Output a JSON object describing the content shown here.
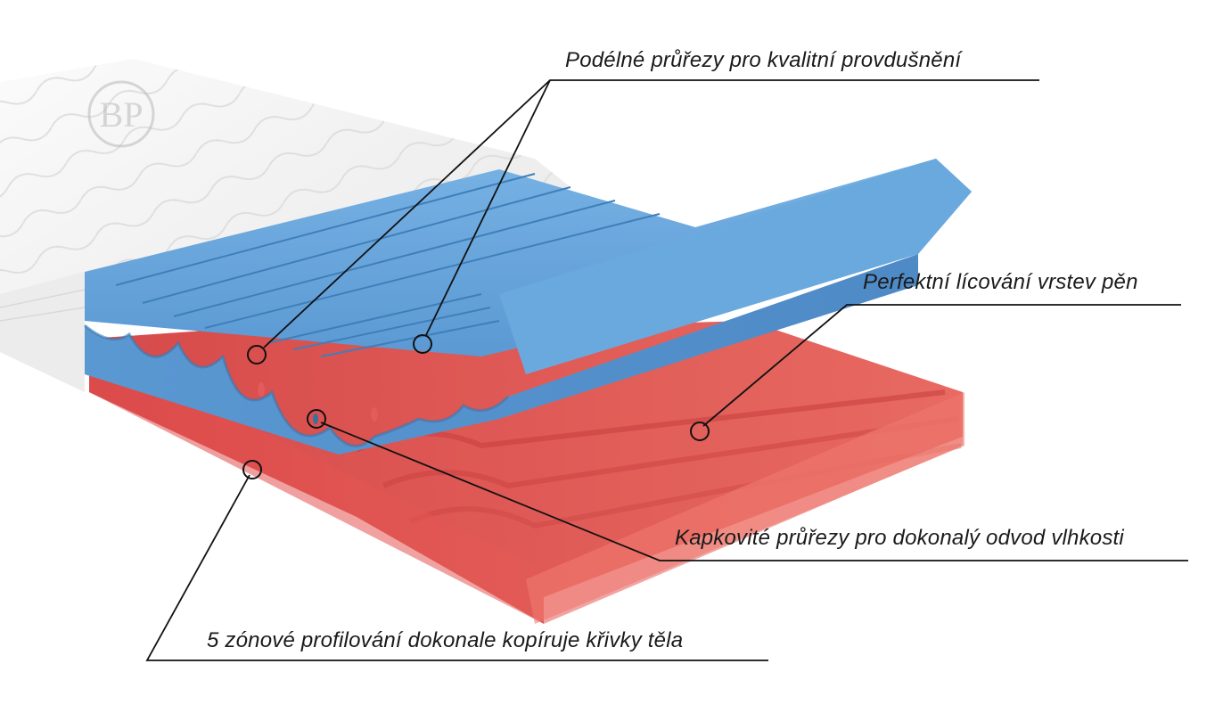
{
  "diagram": {
    "logo_text": "BP",
    "callouts": {
      "ventilation": "Podélné průřezy pro kvalitní provdušnění",
      "layer_fit": "Perfektní lícování vrstev pěn",
      "moisture": "Kapkovité průřezy pro dokonalý odvod vlhkosti",
      "zones": "5 zónové profilování dokonale kopíruje křivky těla"
    },
    "colors": {
      "cover": "#f4f4f4",
      "blue_foam": "#5f9fd6",
      "blue_foam_side": "#4d8cc7",
      "red_foam": "#e55a5a",
      "red_foam_side": "#d84646",
      "line": "#111111"
    }
  }
}
